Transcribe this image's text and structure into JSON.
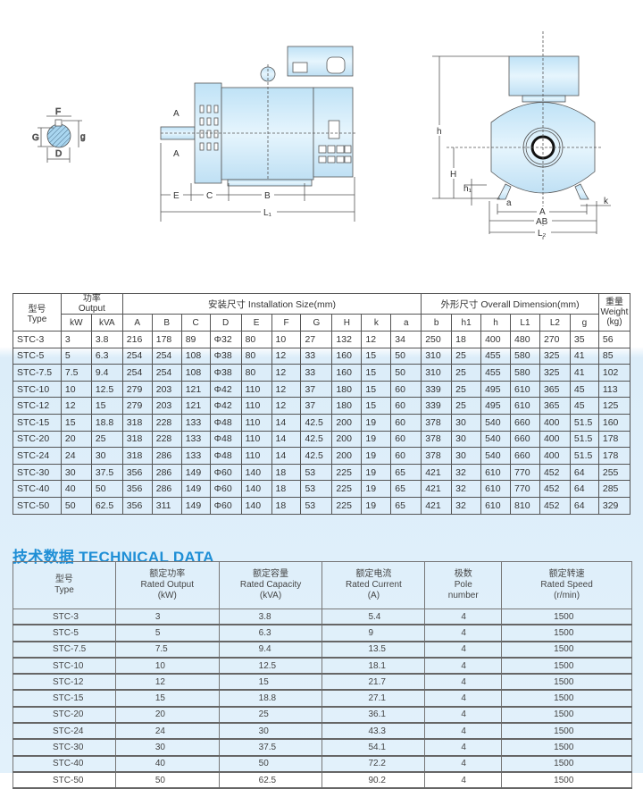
{
  "drawing_labels": {
    "key_section": {
      "F": "F",
      "G": "G",
      "D": "D",
      "g": "g"
    },
    "side_view": {
      "A_top": "A",
      "A_bottom": "A",
      "E": "E",
      "C": "C",
      "B": "B",
      "L1": "L₁"
    },
    "front_view": {
      "h": "h",
      "H": "H",
      "h1": "h₁",
      "a": "a",
      "k": "k",
      "A": "A",
      "AB": "AB",
      "L2": "L₂"
    }
  },
  "dimension_table": {
    "header": {
      "type_cn": "型号",
      "type_en": "Type",
      "output_cn": "功率",
      "output_en": "Output",
      "install_title": "安装尺寸  Installation Size(mm)",
      "overall_title": "外形尺寸  Overall Dimension(mm)",
      "weight_cn": "重量",
      "weight_en": "Weight",
      "weight_unit": "(kg)",
      "sub": [
        "kW",
        "kVA",
        "A",
        "B",
        "C",
        "D",
        "E",
        "F",
        "G",
        "H",
        "k",
        "a",
        "b",
        "h1",
        "h",
        "L1",
        "L2",
        "g"
      ]
    },
    "rows": [
      [
        "STC-3",
        "3",
        "3.8",
        "216",
        "178",
        "89",
        "Φ32",
        "80",
        "10",
        "27",
        "132",
        "12",
        "34",
        "250",
        "18",
        "400",
        "480",
        "270",
        "35",
        "56"
      ],
      [
        "STC-5",
        "5",
        "6.3",
        "254",
        "254",
        "108",
        "Φ38",
        "80",
        "12",
        "33",
        "160",
        "15",
        "50",
        "310",
        "25",
        "455",
        "580",
        "325",
        "41",
        "85"
      ],
      [
        "STC-7.5",
        "7.5",
        "9.4",
        "254",
        "254",
        "108",
        "Φ38",
        "80",
        "12",
        "33",
        "160",
        "15",
        "50",
        "310",
        "25",
        "455",
        "580",
        "325",
        "41",
        "102"
      ],
      [
        "STC-10",
        "10",
        "12.5",
        "279",
        "203",
        "121",
        "Φ42",
        "110",
        "12",
        "37",
        "180",
        "15",
        "60",
        "339",
        "25",
        "495",
        "610",
        "365",
        "45",
        "113"
      ],
      [
        "STC-12",
        "12",
        "15",
        "279",
        "203",
        "121",
        "Φ42",
        "110",
        "12",
        "37",
        "180",
        "15",
        "60",
        "339",
        "25",
        "495",
        "610",
        "365",
        "45",
        "125"
      ],
      [
        "STC-15",
        "15",
        "18.8",
        "318",
        "228",
        "133",
        "Φ48",
        "110",
        "14",
        "42.5",
        "200",
        "19",
        "60",
        "378",
        "30",
        "540",
        "660",
        "400",
        "51.5",
        "160"
      ],
      [
        "STC-20",
        "20",
        "25",
        "318",
        "228",
        "133",
        "Φ48",
        "110",
        "14",
        "42.5",
        "200",
        "19",
        "60",
        "378",
        "30",
        "540",
        "660",
        "400",
        "51.5",
        "178"
      ],
      [
        "STC-24",
        "24",
        "30",
        "318",
        "286",
        "133",
        "Φ48",
        "110",
        "14",
        "42.5",
        "200",
        "19",
        "60",
        "378",
        "30",
        "540",
        "660",
        "400",
        "51.5",
        "178"
      ],
      [
        "STC-30",
        "30",
        "37.5",
        "356",
        "286",
        "149",
        "Φ60",
        "140",
        "18",
        "53",
        "225",
        "19",
        "65",
        "421",
        "32",
        "610",
        "770",
        "452",
        "64",
        "255"
      ],
      [
        "STC-40",
        "40",
        "50",
        "356",
        "286",
        "149",
        "Φ60",
        "140",
        "18",
        "53",
        "225",
        "19",
        "65",
        "421",
        "32",
        "610",
        "770",
        "452",
        "64",
        "285"
      ],
      [
        "STC-50",
        "50",
        "62.5",
        "356",
        "311",
        "149",
        "Φ60",
        "140",
        "18",
        "53",
        "225",
        "19",
        "65",
        "421",
        "32",
        "610",
        "810",
        "452",
        "64",
        "329"
      ]
    ]
  },
  "technical_data": {
    "title": "技术数据 TECHNICAL DATA",
    "headers": [
      [
        "型号",
        "Type",
        ""
      ],
      [
        "额定功率",
        "Rated Output",
        "(kW)"
      ],
      [
        "额定容量",
        "Rated Capacity",
        "(kVA)"
      ],
      [
        "额定电流",
        "Rated Current",
        "(A)"
      ],
      [
        "极数",
        "Pole",
        "number"
      ],
      [
        "额定转速",
        "Rated Speed",
        "(r/min)"
      ]
    ],
    "rows": [
      [
        "STC-3",
        "3",
        "3.8",
        "5.4",
        "4",
        "1500"
      ],
      [
        "STC-5",
        "5",
        "6.3",
        "9",
        "4",
        "1500"
      ],
      [
        "STC-7.5",
        "7.5",
        "9.4",
        "13.5",
        "4",
        "1500"
      ],
      [
        "STC-10",
        "10",
        "12.5",
        "18.1",
        "4",
        "1500"
      ],
      [
        "STC-12",
        "12",
        "15",
        "21.7",
        "4",
        "1500"
      ],
      [
        "STC-15",
        "15",
        "18.8",
        "27.1",
        "4",
        "1500"
      ],
      [
        "STC-20",
        "20",
        "25",
        "36.1",
        "4",
        "1500"
      ],
      [
        "STC-24",
        "24",
        "30",
        "43.3",
        "4",
        "1500"
      ],
      [
        "STC-30",
        "30",
        "37.5",
        "54.1",
        "4",
        "1500"
      ],
      [
        "STC-40",
        "40",
        "50",
        "72.2",
        "4",
        "1500"
      ],
      [
        "STC-50",
        "50",
        "62.5",
        "90.2",
        "4",
        "1500"
      ]
    ]
  }
}
